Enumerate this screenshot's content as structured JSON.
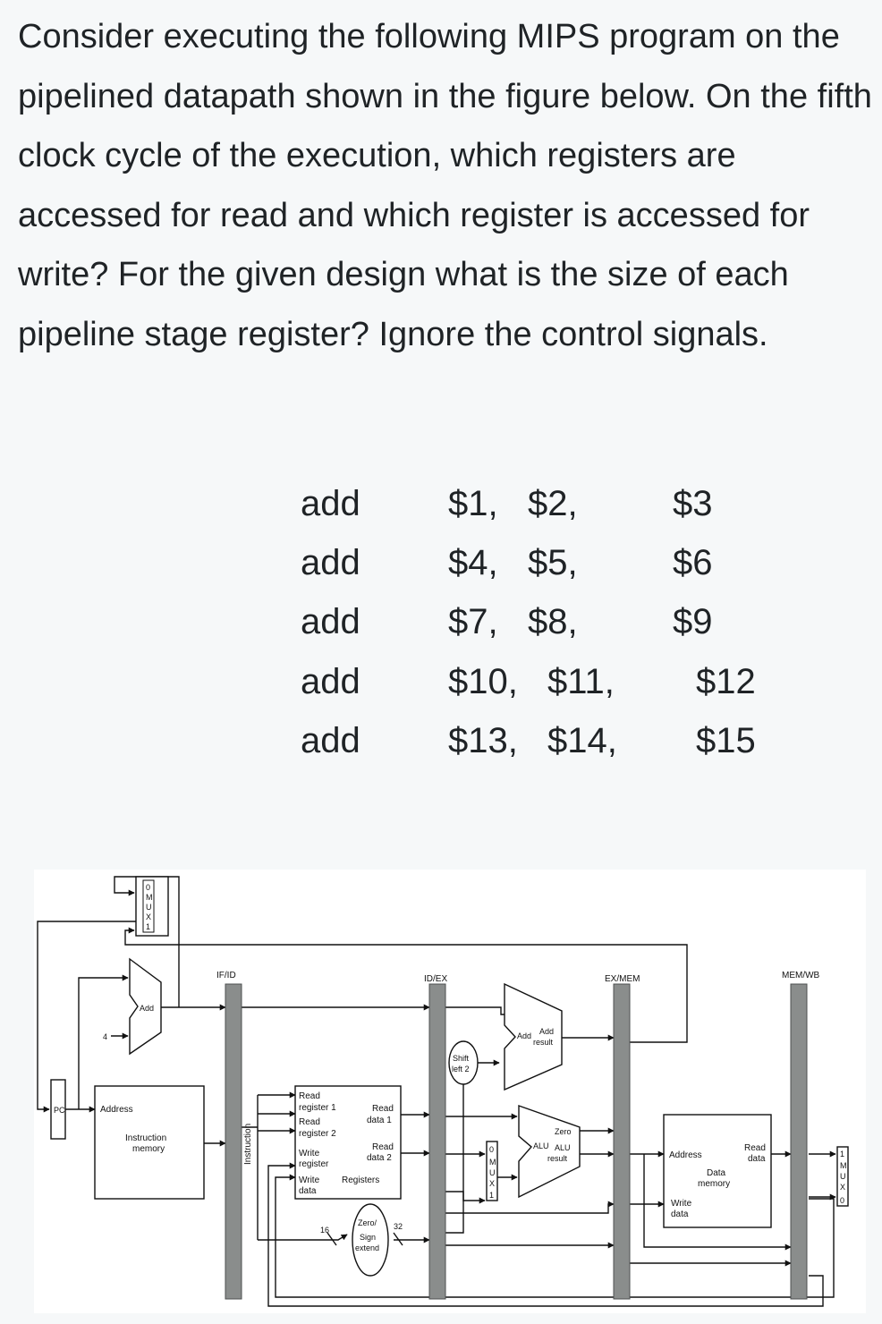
{
  "question": "Consider executing the following MIPS program on the pipelined datapath shown in the figure below. On the fifth clock cycle of the execution, which registers are accessed for read and which register is accessed for write? For the given design what is the size of each pipeline stage register? Ignore the control signals.",
  "program": [
    {
      "op": "add",
      "rs": "$1,",
      "rt": "$2,",
      "rd": "$3"
    },
    {
      "op": "add",
      "rs": "$4,",
      "rt": "$5,",
      "rd": "$6"
    },
    {
      "op": "add",
      "rs": "$7,",
      "rt": "$8,",
      "rd": "$9"
    },
    {
      "op": "add",
      "rs": "$10,",
      "rt": "$11,",
      "rd": "$12"
    },
    {
      "op": "add",
      "rs": "$13,",
      "rt": "$14,",
      "rd": "$15"
    }
  ],
  "diagram": {
    "pipeline_registers": [
      "IF/ID",
      "ID/EX",
      "EX/MEM",
      "MEM/WB"
    ],
    "pc": "PC",
    "mux_top": {
      "m": "M",
      "u": "U",
      "x": "X",
      "in0": "0",
      "in1": "1"
    },
    "mux_alu": {
      "m": "M",
      "u": "U",
      "x": "X",
      "in0": "0",
      "in1": "1"
    },
    "mux_wb": {
      "m": "M",
      "u": "U",
      "x": "X",
      "in0": "0",
      "in1": "1"
    },
    "adder_pc": "Add",
    "constant_four": "4",
    "instruction_memory": {
      "address": "Address",
      "name1": "Instruction",
      "name2": "memory"
    },
    "instruction_label": "Instruction",
    "registers": {
      "read_register_1a": "Read",
      "read_register_1b": "register 1",
      "read_register_2a": "Read",
      "read_register_2b": "register 2",
      "write_register_a": "Write",
      "write_register_b": "register",
      "write_data_a": "Write",
      "write_data_b": "data",
      "read_data_1a": "Read",
      "read_data_1b": "data 1",
      "read_data_2a": "Read",
      "read_data_2b": "data 2",
      "name": "Registers"
    },
    "sign_extend": {
      "l1": "Zero/",
      "l2": "Sign",
      "l3": "extend",
      "in_bits": "16",
      "out_bits": "32"
    },
    "shift_left": {
      "l1": "Shift",
      "l2": "left 2"
    },
    "add_result": {
      "add": "Add",
      "l1": "Add",
      "l2": "result"
    },
    "alu": {
      "alu": "ALU",
      "zero": "Zero",
      "l1": "ALU",
      "l2": "result"
    },
    "data_memory": {
      "address": "Address",
      "read1": "Read",
      "read2": "data",
      "name1": "Data",
      "name2": "memory",
      "write1": "Write",
      "write2": "data"
    }
  }
}
